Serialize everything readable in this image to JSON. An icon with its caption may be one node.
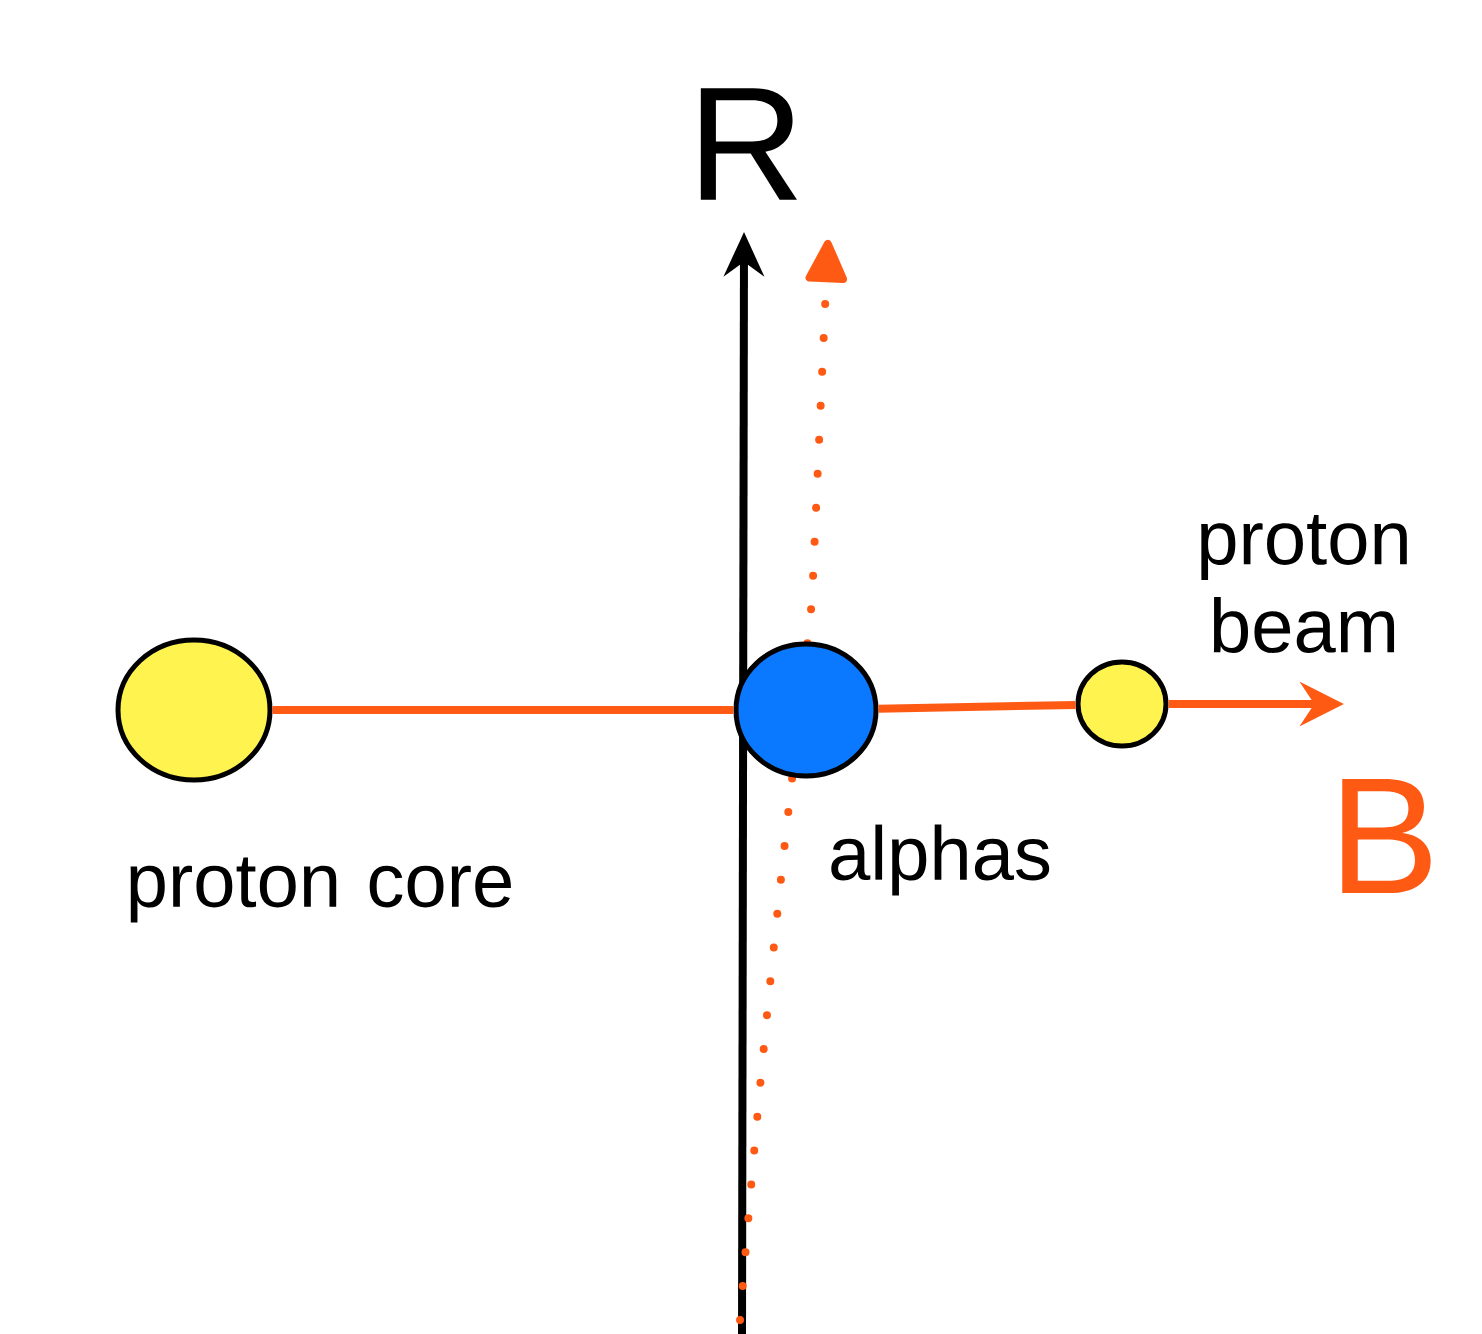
{
  "diagram": {
    "nodes": [
      {
        "text": [],
        "shape": "circle",
        "beside": [
          "proton core"
        ]
      },
      {
        "text": [],
        "shape": "circle",
        "beside": [
          "alphas"
        ]
      },
      {
        "text": [],
        "shape": "circle",
        "beside": [
          "proton beam"
        ]
      }
    ],
    "edges": [
      {
        "from": 0,
        "to": 1,
        "arrow": "none"
      },
      {
        "from": 1,
        "to": 2,
        "arrow": "none"
      },
      {
        "from": 2,
        "to": null,
        "arrow": "to"
      }
    ],
    "labels": [
      "R",
      "B"
    ]
  }
}
